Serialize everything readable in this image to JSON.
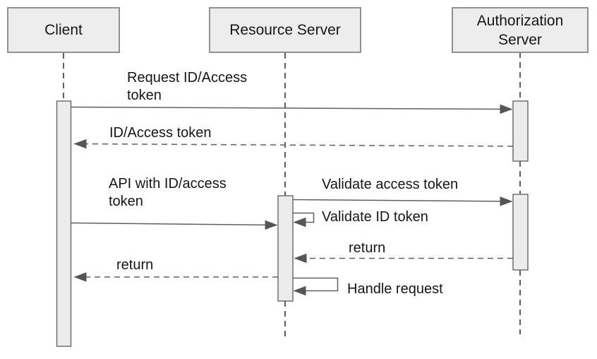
{
  "diagram": {
    "type": "uml-sequence-diagram"
  },
  "colors": {
    "background": "#ffffff",
    "box_fill": "#ededed",
    "box_border": "#919191",
    "bar_fill": "#ececec",
    "bar_border": "#666666",
    "line": "#5e5e5e",
    "arrowhead": "#555555",
    "text": "#161616"
  },
  "actors": [
    {
      "id": "client",
      "label": "Client"
    },
    {
      "id": "resource-server",
      "label": "Resource Server"
    },
    {
      "id": "authorization-server",
      "label": "Authorization Server"
    }
  ],
  "messages": [
    {
      "n": 1,
      "from": "Client",
      "to": "Authorization Server",
      "label": "Request ID/Access token",
      "line": "solid",
      "kind": "request"
    },
    {
      "n": 2,
      "from": "Authorization Server",
      "to": "Client",
      "label": "ID/Access token",
      "line": "dashed",
      "kind": "return"
    },
    {
      "n": 3,
      "from": "Client",
      "to": "Resource Server",
      "label": "API with ID/access token",
      "line": "solid",
      "kind": "request"
    },
    {
      "n": 4,
      "from": "Resource Server",
      "to": "Authorization Server",
      "label": "Validate access token",
      "line": "solid",
      "kind": "request"
    },
    {
      "n": 5,
      "from": "Resource Server",
      "to": "Resource Server",
      "label": "Validate ID token",
      "line": "solid",
      "kind": "self-call"
    },
    {
      "n": 6,
      "from": "Authorization Server",
      "to": "Resource Server",
      "label": "return",
      "line": "dashed",
      "kind": "return"
    },
    {
      "n": 7,
      "from": "Resource Server",
      "to": "Client",
      "label": "return",
      "line": "dashed",
      "kind": "return"
    },
    {
      "n": 8,
      "from": "Resource Server",
      "to": "Resource Server",
      "label": "Handle request",
      "line": "solid",
      "kind": "self-call"
    }
  ]
}
